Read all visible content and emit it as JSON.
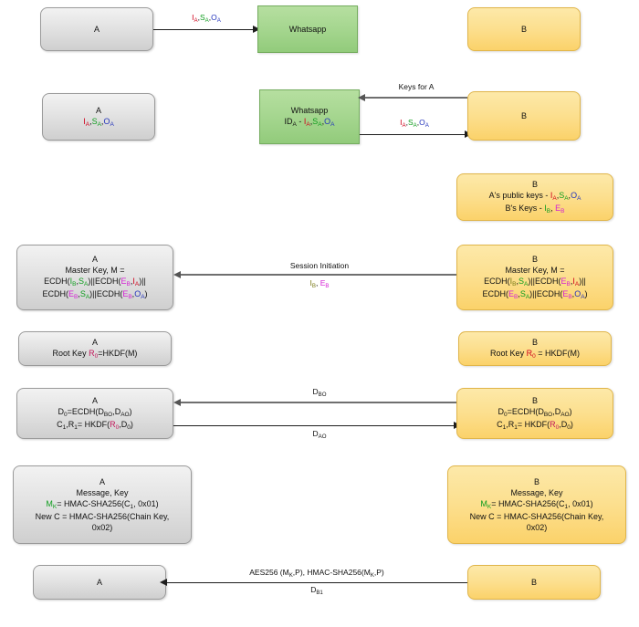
{
  "diagram": {
    "title": "WhatsApp Signal Protocol Key Exchange Flow",
    "colors": {
      "party_a_fill": "#e3e3e3",
      "party_b_fill": "#fcdf8e",
      "server_fill": "#a5d68f",
      "key_identity": "#d0021b",
      "key_signed": "#0f9d1e",
      "key_onetime": "#2233bb",
      "key_ephemeral": "#d41fd4",
      "key_root": "#c2185b"
    },
    "nodes": {
      "a1": {
        "label": "A"
      },
      "wa1": {
        "label": "Whatsapp"
      },
      "b1": {
        "label": "B"
      },
      "a2": {
        "line1": "A",
        "line2": "IA,SA,OA"
      },
      "wa2": {
        "line1": "Whatsapp",
        "line2": "IDA - IA,SA,OA"
      },
      "b2": {
        "label": "B"
      },
      "b3": {
        "line1": "B",
        "line2": "A's public keys - IA,SA,OA",
        "line3": "B's Keys - IB, EB"
      },
      "a4": {
        "line1": "A",
        "line2": "Master Key, M =",
        "line3": "ECDH(IB,SA)||ECDH(EB,IA)||",
        "line4": "ECDH(EB,SA)||ECDH(EB,OA)"
      },
      "b4": {
        "line1": "B",
        "line2": "Master Key, M =",
        "line3": "ECDH(IB,SA)||ECDH(EB,IA)||",
        "line4": "ECDH(EB,SA)||ECDH(EB,OA)"
      },
      "a5": {
        "line1": "A",
        "line2": "Root Key R0=HKDF(M)"
      },
      "b5": {
        "line1": "B",
        "line2": "Root Key R0 = HKDF(M)"
      },
      "a6": {
        "line1": "A",
        "line2": "D0=ECDH(DBO,DAO)",
        "line3": "C1,R1= HKDF(R0,D0)"
      },
      "b6": {
        "line1": "B",
        "line2": "D0=ECDH(DBO,DAO)",
        "line3": "C1,R1= HKDF(R0,D0)"
      },
      "a7": {
        "line1": "A",
        "line2": "Message, Key",
        "line3": "MK= HMAC-SHA256(C1, 0x01)",
        "line4": "New C = HMAC-SHA256(Chain Key,",
        "line5": "0x02)"
      },
      "b7": {
        "line1": "B",
        "line2": "Message, Key",
        "line3": "MK= HMAC-SHA256(C1, 0x01)",
        "line4": "New C = HMAC-SHA256(Chain Key,",
        "line5": "0x02)"
      },
      "a8": {
        "label": "A"
      },
      "b8": {
        "label": "B"
      }
    },
    "edges": {
      "e1": {
        "label": "IA,SA,OA"
      },
      "e2": {
        "label": "Keys for A"
      },
      "e3": {
        "label": "IA,SA,OA"
      },
      "e4": {
        "label_top": "Session Initiation",
        "label_bottom": "IB, EB"
      },
      "e5": {
        "label": "DBO"
      },
      "e6": {
        "label": "DAO"
      },
      "e7": {
        "label_top": "AES256 (MK,P), HMAC-SHA256(MK,P)",
        "label_bottom": "DB1"
      }
    }
  }
}
